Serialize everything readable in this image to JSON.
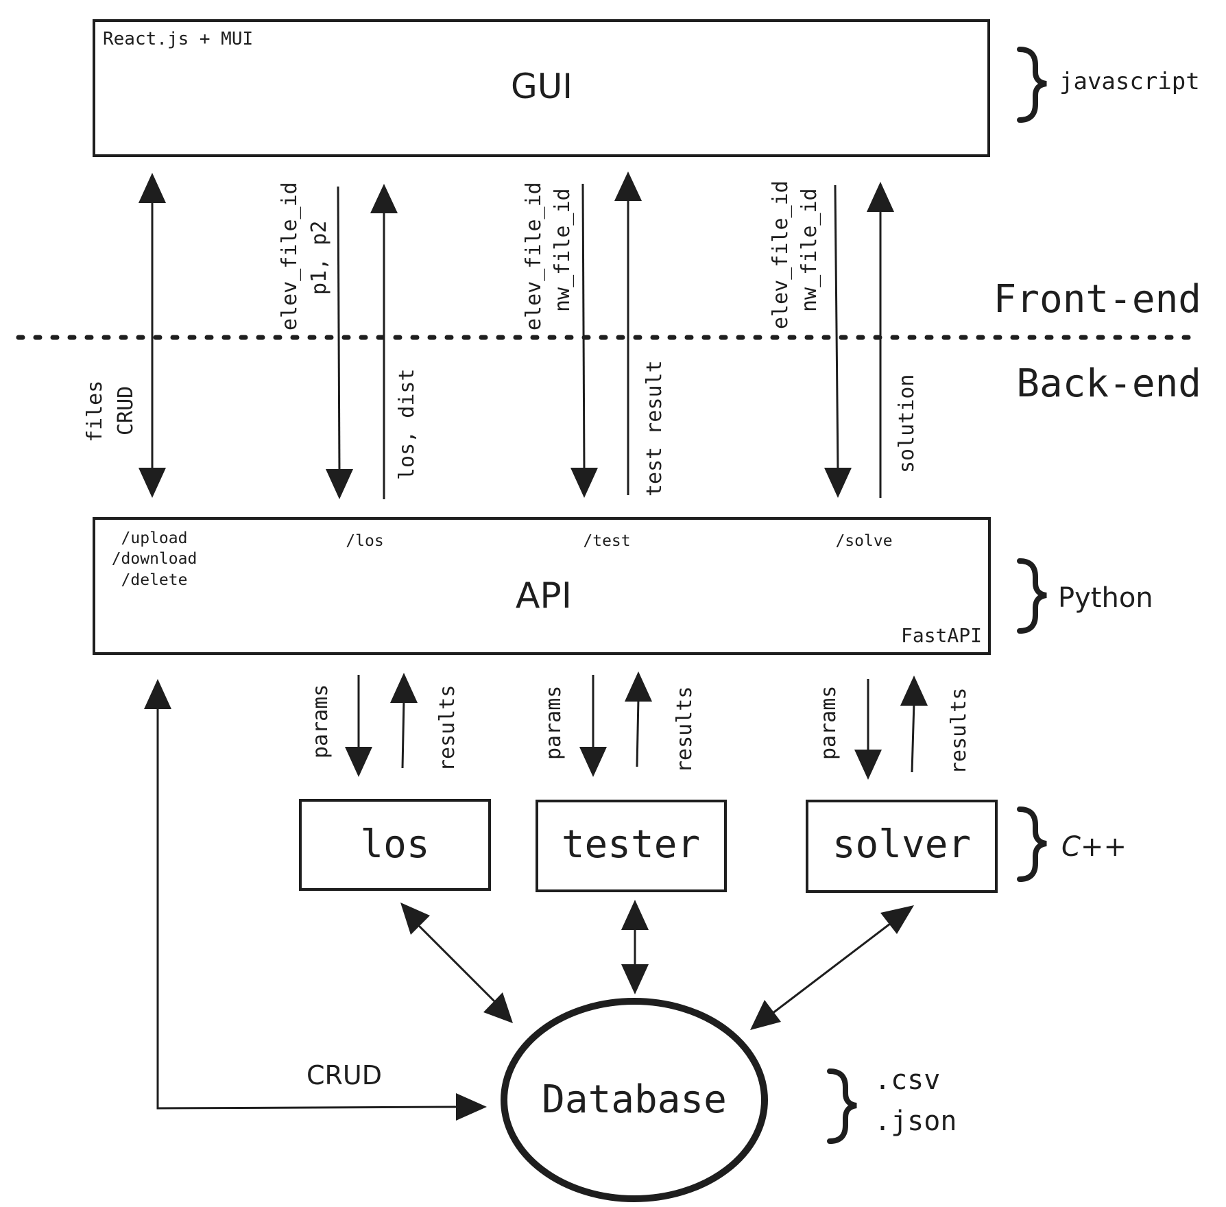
{
  "gui": {
    "title": "GUI",
    "tech": "React.js + MUI",
    "language": "javascript"
  },
  "layers": {
    "frontend": "Front-end",
    "backend": "Back-end"
  },
  "flows": {
    "files": {
      "label_1": "files",
      "label_2": "CRUD"
    },
    "los": {
      "request_1": "elev_file_id",
      "request_2": "p1, p2",
      "response": "los, dist"
    },
    "test": {
      "request_1": "elev_file_id",
      "request_2": "nw_file_id",
      "response": "test result"
    },
    "solve": {
      "request_1": "elev_file_id",
      "request_2": "nw_file_id",
      "response": "solution"
    }
  },
  "api": {
    "title": "API",
    "framework": "FastAPI",
    "language": "Python",
    "endpoints": {
      "files": [
        "/upload",
        "/download",
        "/delete"
      ],
      "los": "/los",
      "test": "/test",
      "solve": "/solve"
    }
  },
  "modules": {
    "los": "los",
    "tester": "tester",
    "solver": "solver",
    "language": "C++",
    "params_label": "params",
    "results_label": "results"
  },
  "database": {
    "title": "Database",
    "crud_label": "CRUD",
    "formats": [
      ".csv",
      ".json"
    ]
  }
}
